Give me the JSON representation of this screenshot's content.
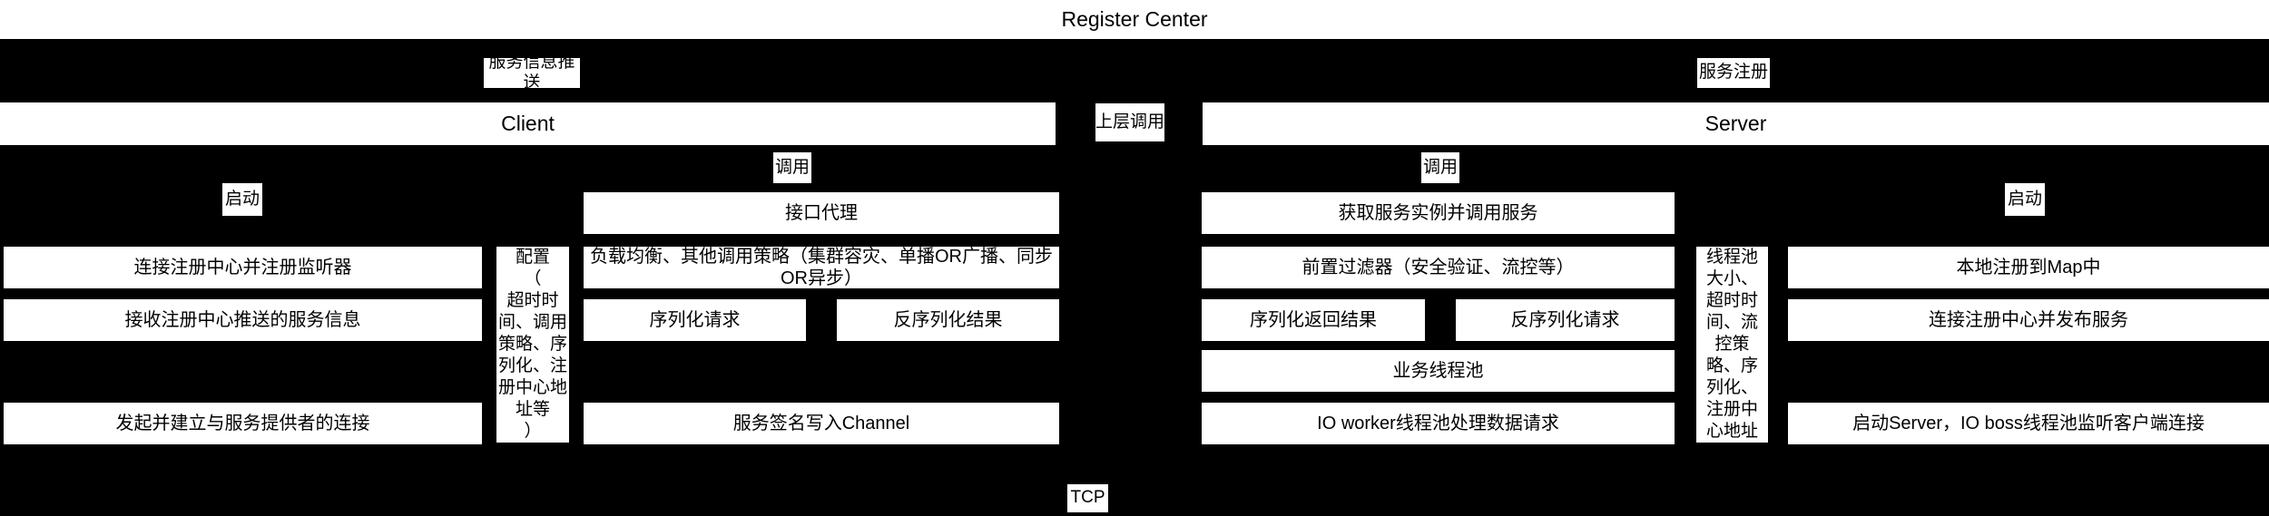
{
  "title": "Register Center",
  "top_labels": {
    "service_push": "服务信息推送",
    "service_register": "服务注册"
  },
  "bars": {
    "client": "Client",
    "upper_call": "上层调用",
    "server": "Server"
  },
  "client_flow": {
    "start_label": "启动",
    "call_label": "调用",
    "config": "配置\n（\n超时时间、调用策略、序列化、注册中心地址等\n）",
    "boxes": {
      "interface_proxy": "接口代理",
      "connect_register": "连接注册中心并注册监听器",
      "load_balance": "负载均衡、其他调用策略（集群容灾、单播OR广播、同步OR异步）",
      "receive_info": "接收注册中心推送的服务信息",
      "serialize_request": "序列化请求",
      "deserialize_result": "反序列化结果",
      "establish_connection": "发起并建立与服务提供者的连接",
      "write_channel": "服务签名写入Channel"
    }
  },
  "server_flow": {
    "start_label": "启动",
    "call_label": "调用",
    "config": "配置\n（\n线程池大小、超时时间、流控策略、序列化、注册中心地址等\n）",
    "boxes": {
      "get_instance": "获取服务实例并调用服务",
      "pre_filter": "前置过滤器（安全验证、流控等）",
      "serialize_result": "序列化返回结果",
      "deserialize_request": "反序列化请求",
      "business_pool": "业务线程池",
      "io_worker": "IO worker线程池处理数据请求",
      "local_register": "本地注册到Map中",
      "connect_publish": "连接注册中心并发布服务",
      "start_server": "启动Server，IO boss线程池监听客户端连接"
    }
  },
  "bottom": {
    "tcp": "TCP"
  },
  "colors": {
    "background": "#000000",
    "box_bg": "#ffffff",
    "text": "#000000"
  }
}
